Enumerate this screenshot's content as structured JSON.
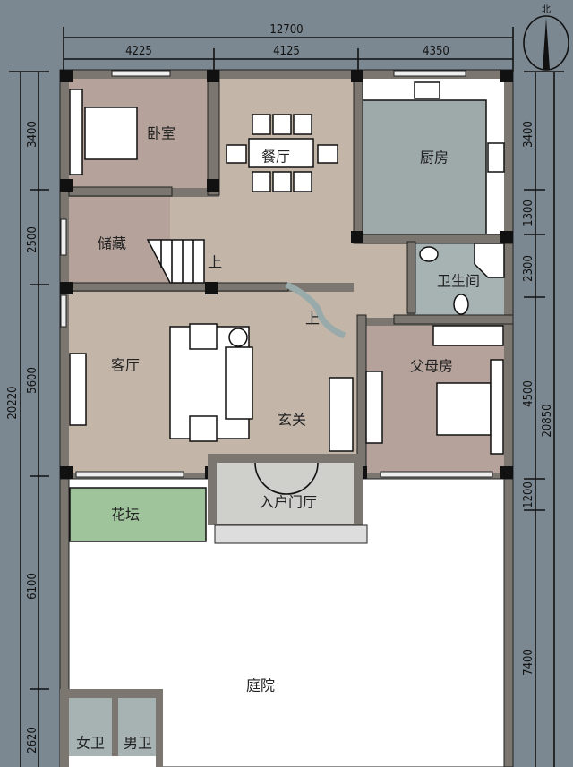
{
  "dimensions": {
    "top_total": "12700",
    "top_segments": [
      "4225",
      "4125",
      "4350"
    ],
    "left_total": "20220",
    "left_segments": [
      "3400",
      "2500",
      "5600",
      "6100",
      "2620"
    ],
    "right_total": "20850",
    "right_segments": [
      "3400",
      "1300",
      "2300",
      "4500",
      "1200",
      "7400"
    ]
  },
  "rooms": {
    "bedroom": "卧室",
    "dining": "餐厅",
    "kitchen": "厨房",
    "storage": "储藏",
    "bathroom": "卫生间",
    "living": "客厅",
    "parents_room": "父母房",
    "foyer": "玄关",
    "entrance_hall": "入户门厅",
    "flower_bed": "花坛",
    "courtyard": "庭院",
    "womens_wc": "女卫",
    "mens_wc": "男卫"
  },
  "stair_up_label": "上",
  "compass": "north-arrow-icon",
  "colors": {
    "background": "#7b8891",
    "bedroom": "#b4a29b",
    "hall": "#c3b5a8",
    "kitchen": "#9eaaaa",
    "bathroom": "#a7b3b3",
    "entrance": "#cfcfcc",
    "flower_bed": "#9fc49c",
    "courtyard": "#ffffff",
    "wall": "#7b7670"
  }
}
